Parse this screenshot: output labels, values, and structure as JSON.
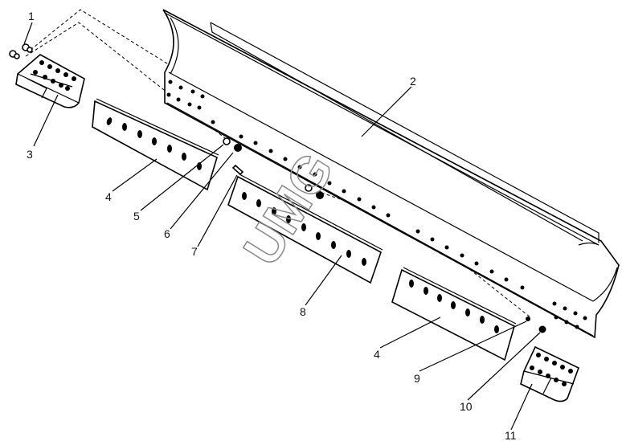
{
  "diagram": {
    "title": "Blade assembly exploded view",
    "watermark": "UMG",
    "callouts": [
      "1",
      "2",
      "3",
      "4",
      "5",
      "6",
      "7",
      "8",
      "4",
      "9",
      "10",
      "11"
    ]
  }
}
